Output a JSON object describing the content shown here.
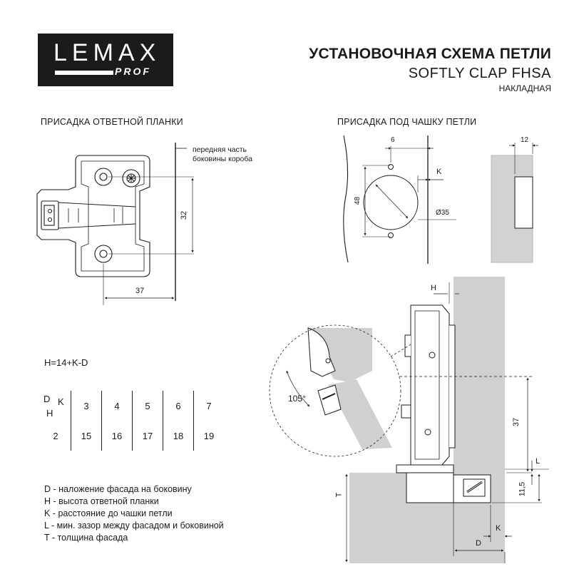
{
  "logo": {
    "main": "LEMAX",
    "sub": "PROF"
  },
  "title": {
    "main": "УСТАНОВОЧНАЯ СХЕМА ПЕТЛИ",
    "model": "SOFTLY CLAP FHSA",
    "type": "НАКЛАДНАЯ"
  },
  "sections": {
    "plate": "ПРИСАДКА ОТВЕТНОЙ ПЛАНКИ",
    "cup": "ПРИСАДКА ПОД ЧАШКУ ПЕТЛИ"
  },
  "plate_drawing": {
    "note_line1": "передняя часть",
    "note_line2": "боковины короба",
    "dim_32": "32",
    "dim_37": "37"
  },
  "cup_drawing": {
    "dim_6": "6",
    "dim_48": "48",
    "dim_k": "K",
    "dim_d35": "Ø35",
    "dim_12": "12"
  },
  "formula": "H=14+K-D",
  "table": {
    "header_d": "D",
    "header_k": "K",
    "header_h": "H",
    "k_values": [
      "3",
      "4",
      "5",
      "6",
      "7"
    ],
    "d_value": "2",
    "h_values": [
      "15",
      "16",
      "17",
      "18",
      "19"
    ]
  },
  "legend": [
    "D - наложение фасада на боковину",
    "H - высота ответной планки",
    "K - расстояние до чашки петли",
    "L - мин. зазор между фасадом и боковиной",
    "T - толщина фасада"
  ],
  "section_drawing": {
    "dim_h": "H",
    "dim_105": "105°",
    "dim_37": "37",
    "dim_l": "L",
    "dim_115": "11,5",
    "dim_t": "T",
    "dim_k": "K",
    "dim_d": "D"
  }
}
